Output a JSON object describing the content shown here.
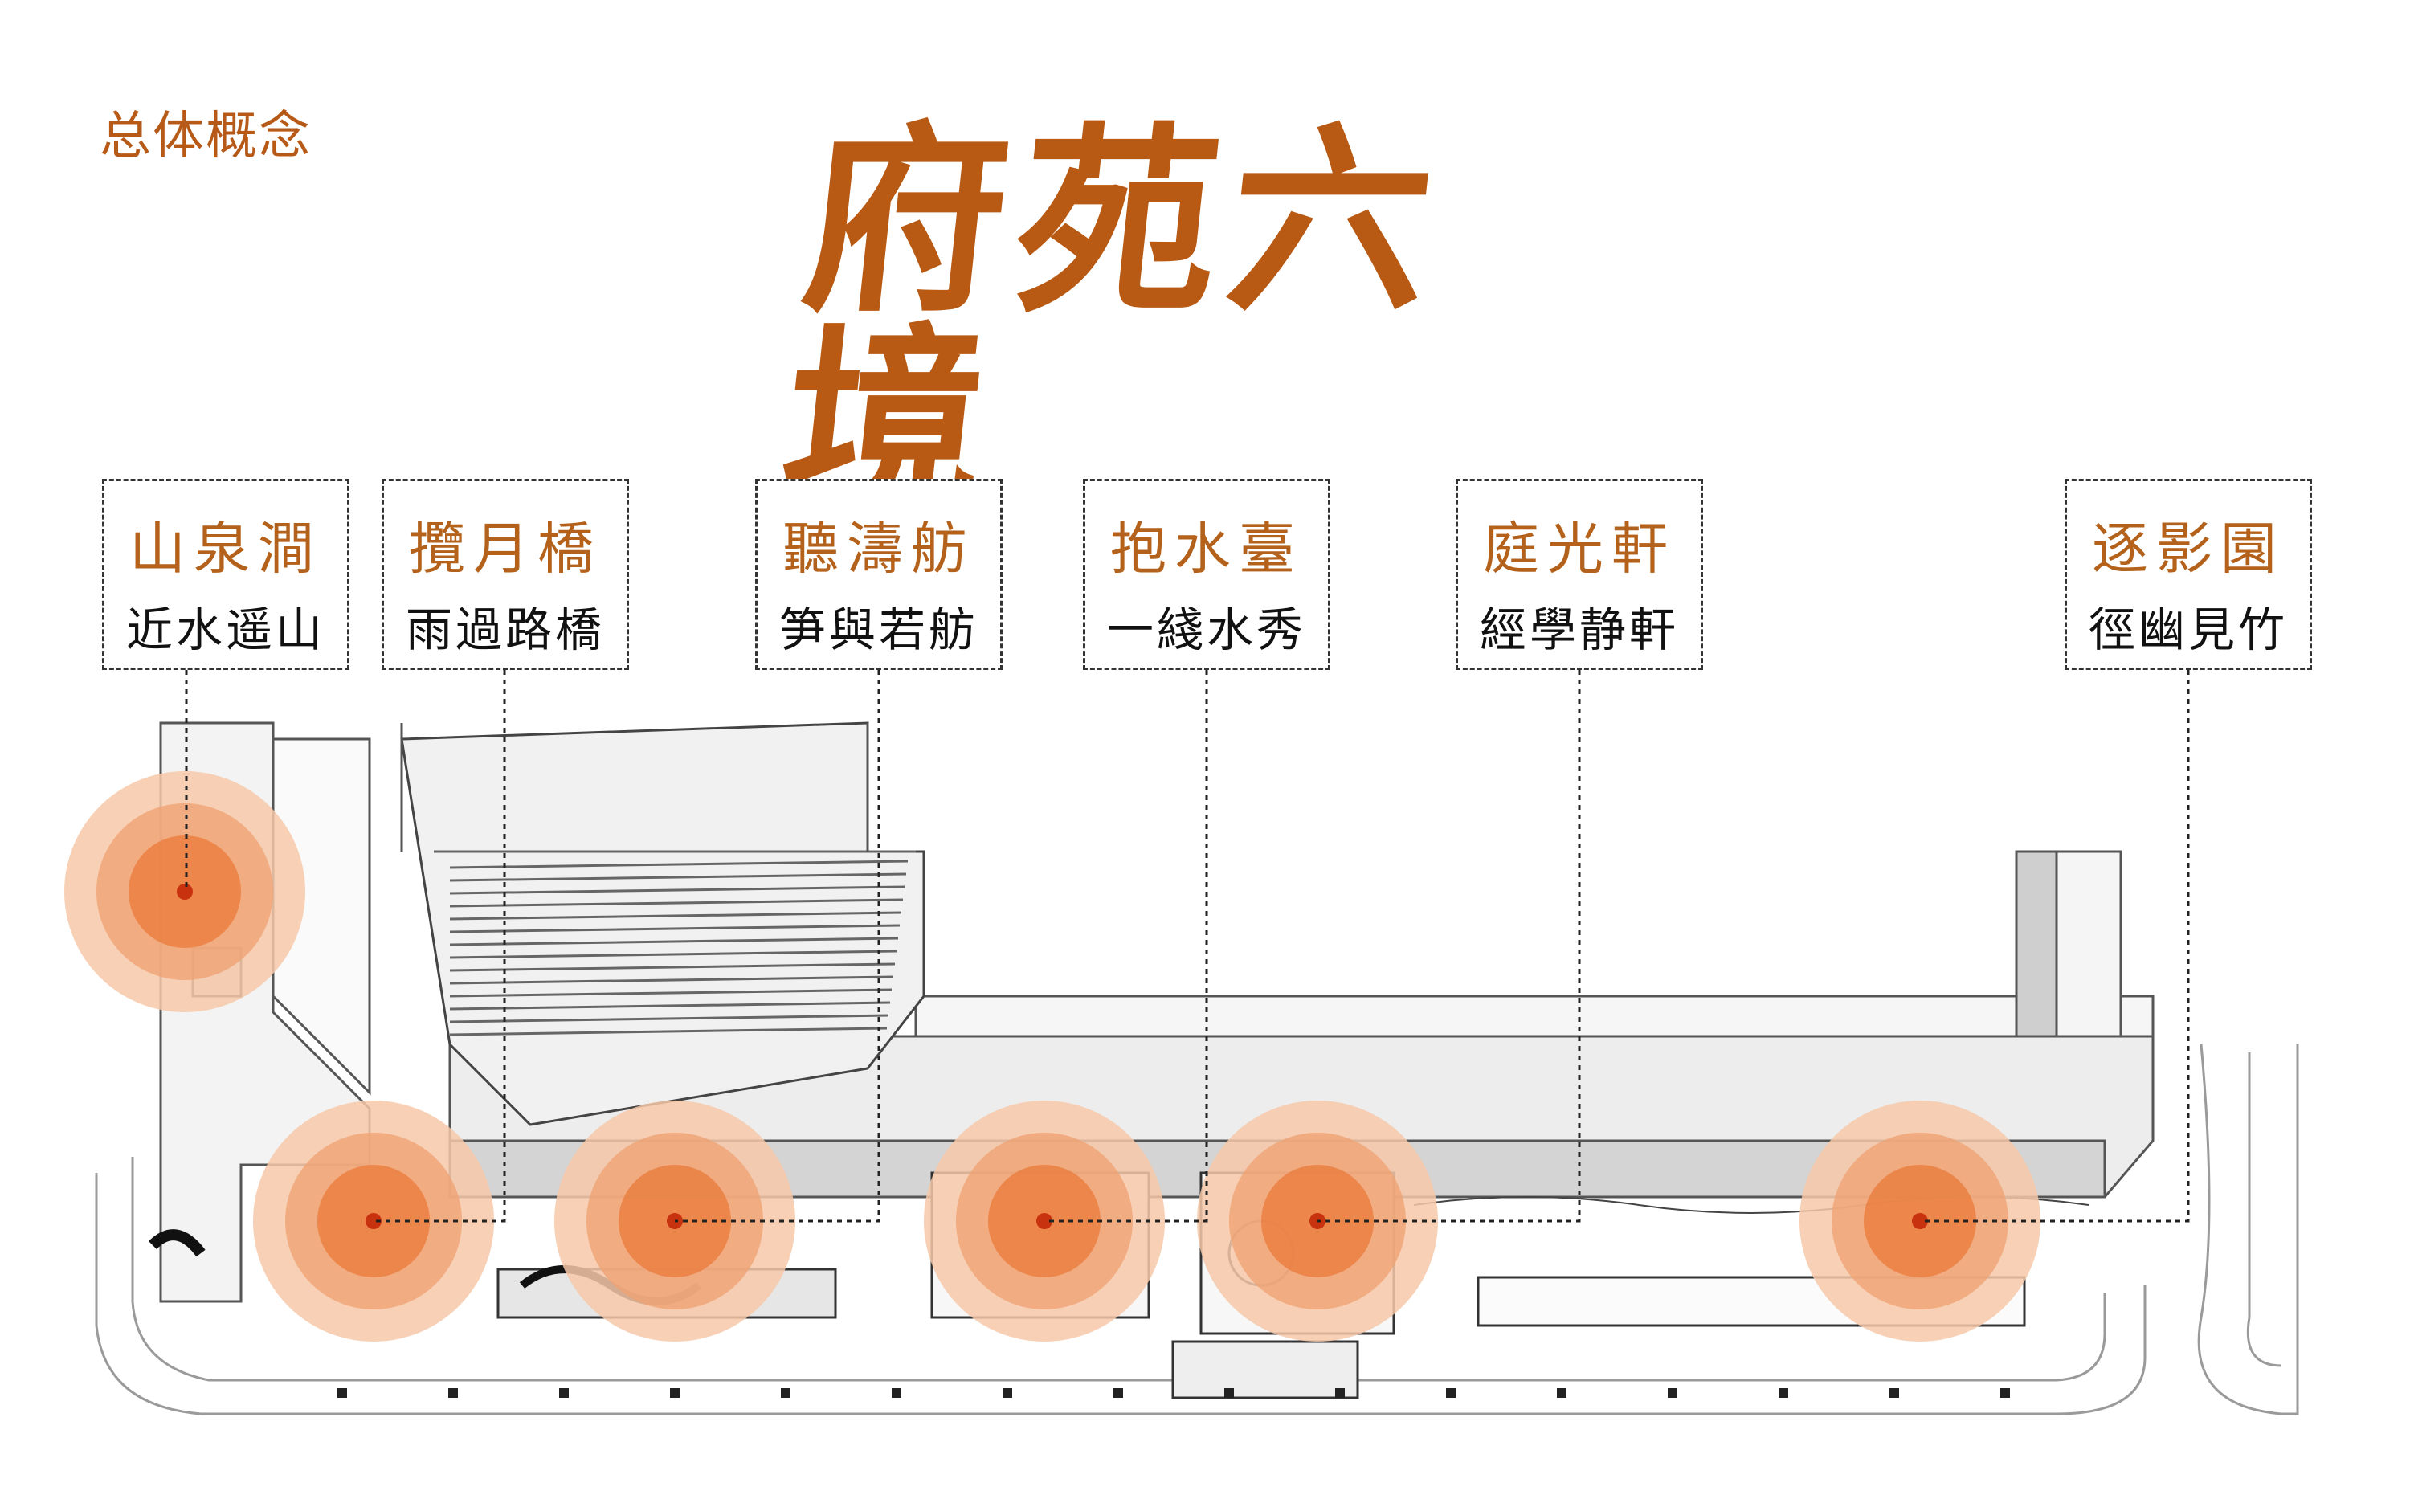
{
  "header": {
    "subtitle": "总体概念",
    "title": "府苑六境"
  },
  "zones": [
    {
      "name": "山泉澗",
      "motto": "近水遥山"
    },
    {
      "name": "攬月橋",
      "motto": "雨過路橋"
    },
    {
      "name": "聽濤舫",
      "motto": "笋與若舫"
    },
    {
      "name": "抱水臺",
      "motto": "一綫水秀"
    },
    {
      "name": "庭光軒",
      "motto": "經學静軒"
    },
    {
      "name": "逐影園",
      "motto": "徑幽見竹"
    }
  ],
  "colors": {
    "accent": "#b95a14",
    "hotspot_outer": "#f6c8a8",
    "hotspot_mid": "#f0a374",
    "hotspot_inner": "#e97a3a",
    "hotspot_dot": "#c8320e",
    "line": "#222222"
  }
}
